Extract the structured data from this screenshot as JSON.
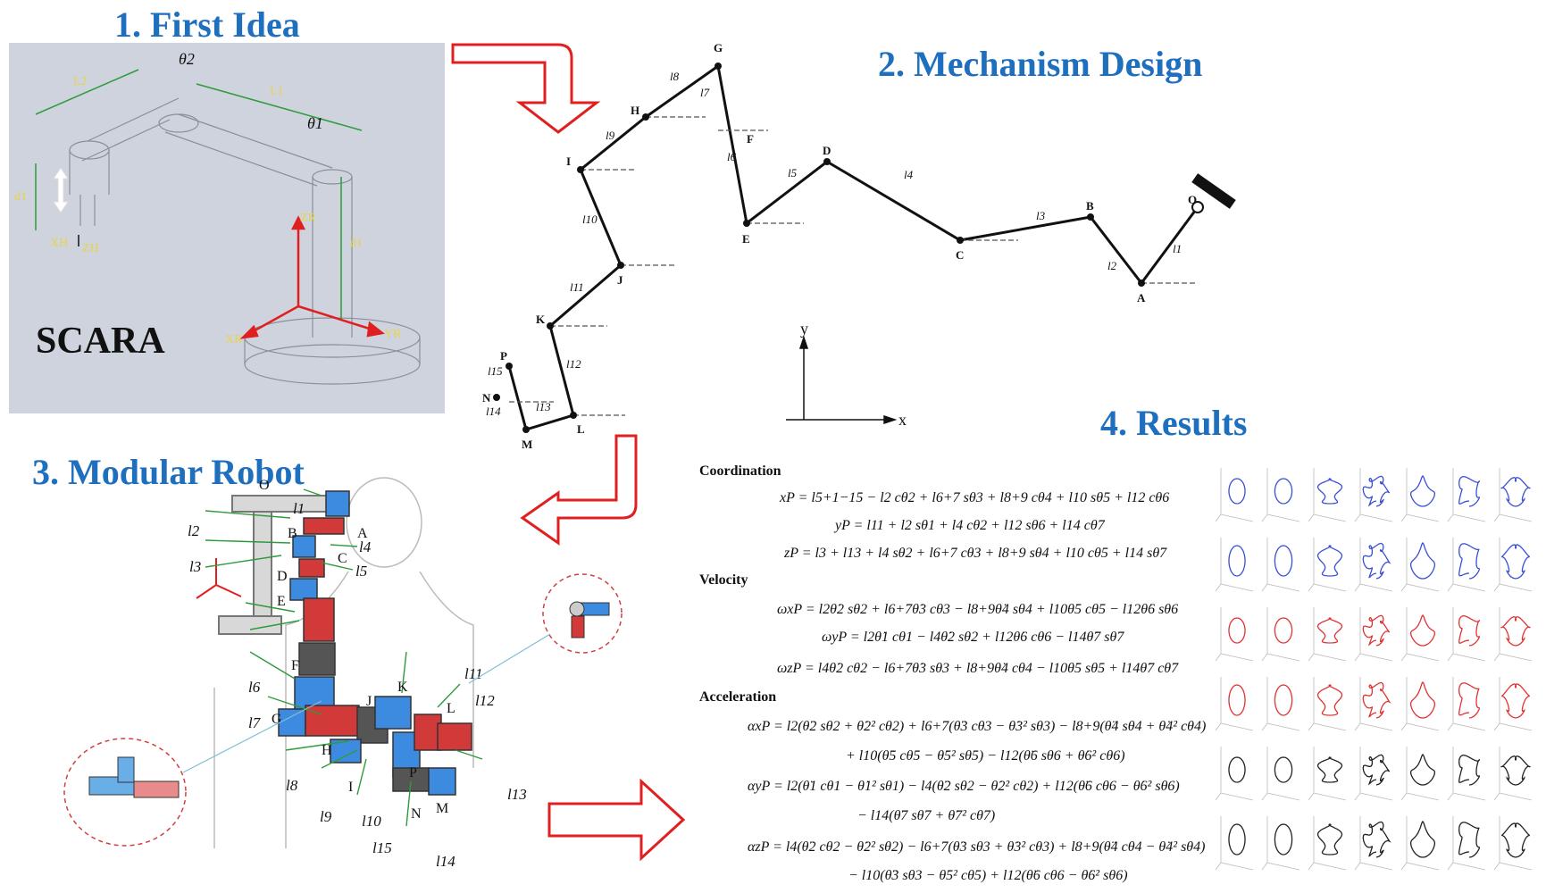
{
  "headings": {
    "first_idea": "1. First Idea",
    "mechanism_design": "2. Mechanism Design",
    "modular_robot": "3. Modular Robot",
    "results": "4. Results"
  },
  "scara": {
    "title": "SCARA",
    "labels": {
      "L1": "L1",
      "L2": "L2",
      "theta1": "θ1",
      "theta2": "θ2",
      "d1": "d1",
      "d2": "d1",
      "XR": "XR",
      "YR": "YR",
      "ZR": "ZR",
      "XH": "XH",
      "ZH": "ZH"
    }
  },
  "mechanism": {
    "joints": [
      {
        "id": "O",
        "name": "joint-O"
      },
      {
        "id": "A",
        "name": "joint-A"
      },
      {
        "id": "B",
        "name": "joint-B"
      },
      {
        "id": "C",
        "name": "joint-C"
      },
      {
        "id": "D",
        "name": "joint-D"
      },
      {
        "id": "E",
        "name": "joint-E"
      },
      {
        "id": "F",
        "name": "joint-F"
      },
      {
        "id": "G",
        "name": "joint-G"
      },
      {
        "id": "H",
        "name": "joint-H"
      },
      {
        "id": "I",
        "name": "joint-I"
      },
      {
        "id": "J",
        "name": "joint-J"
      },
      {
        "id": "K",
        "name": "joint-K"
      },
      {
        "id": "L",
        "name": "joint-L"
      },
      {
        "id": "M",
        "name": "joint-M"
      },
      {
        "id": "N",
        "name": "joint-N"
      },
      {
        "id": "P",
        "name": "joint-P"
      }
    ],
    "axis_x": "x",
    "axis_y": "y"
  },
  "equations": {
    "coordination_title": "Coordination",
    "xp": "xP = l5+1−15 − l2 cθ2 + l6+7 sθ3 + l8+9 cθ4 + l10 sθ5 + l12 cθ6",
    "yp": "yP = l11 + l2 sθ1 + l4 cθ2 + l12 sθ6 + l14 cθ7",
    "zp": "zP = l3 + l13 + l4 sθ2 + l6+7 cθ3 + l8+9 sθ4 + l10 cθ5 + l14 sθ7",
    "velocity_title": "Velocity",
    "wxp": "ωxP = l2θ̇2 sθ2 + l6+7θ̇3 cθ3 − l8+9θ̇4 sθ4 + l10θ̇5 cθ5 − l12θ̇6 sθ6",
    "wyp": "ωyP = l2θ̇1 cθ1 − l4θ̇2 sθ2 + l12θ̇6 cθ6 − l14θ̇7 sθ7",
    "wzp": "ωzP = l4θ̇2 cθ2 − l6+7θ̇3 sθ3 + l8+9θ̇4 cθ4 − l10θ̇5 sθ5 + l14θ̇7 cθ7",
    "acceleration_title": "Acceleration",
    "axp1": "αxP = l2(θ̈2 sθ2 + θ̇2² cθ2) + l6+7(θ̈3 cθ3 − θ̇3² sθ3) − l8+9(θ̈4 sθ4 + θ̇4² cθ4)",
    "axp2": "+ l10(θ̈5 cθ5 − θ̇5² sθ5) − l12(θ̈6 sθ6 + θ̇6² cθ6)",
    "ayp1": "αyP = l2(θ̈1 cθ1 − θ̇1² sθ1) − l4(θ̈2 sθ2 − θ̇2² cθ2) + l12(θ̈6 cθ6 − θ̇6² sθ6)",
    "ayp2": "− l14(θ̈7 sθ7 + θ̇7² cθ7)",
    "azp1": "αzP = l4(θ̈2 cθ2 − θ̇2² sθ2) − l6+7(θ̈3 sθ3 + θ̇3² cθ3) + l8+9(θ̈4 cθ4 − θ̇4² sθ4)",
    "azp2": "− l10(θ̈3 sθ3 − θ̇5² cθ5) + l12(θ̈6 cθ6 − θ̇6² sθ6)"
  },
  "robot_labels": [
    "O",
    "A",
    "B",
    "C",
    "D",
    "E",
    "F",
    "G",
    "H",
    "I",
    "J",
    "K",
    "L",
    "M",
    "N",
    "P"
  ],
  "link_labels": [
    "l1",
    "l2",
    "l3",
    "l4",
    "l5",
    "l6",
    "l7",
    "l8",
    "l9",
    "l10",
    "l11",
    "l12",
    "l13",
    "l14",
    "l15"
  ],
  "results": {
    "rows": 6,
    "cols": 7,
    "row_colors": [
      "#3a4fd8",
      "#3a4fd8",
      "#e03333",
      "#e03333",
      "#222222",
      "#222222"
    ]
  },
  "colors": {
    "heading": "#1f6fbf",
    "arrow": "#e02020",
    "blue": "#3d8be0",
    "red": "#d23a3a"
  }
}
